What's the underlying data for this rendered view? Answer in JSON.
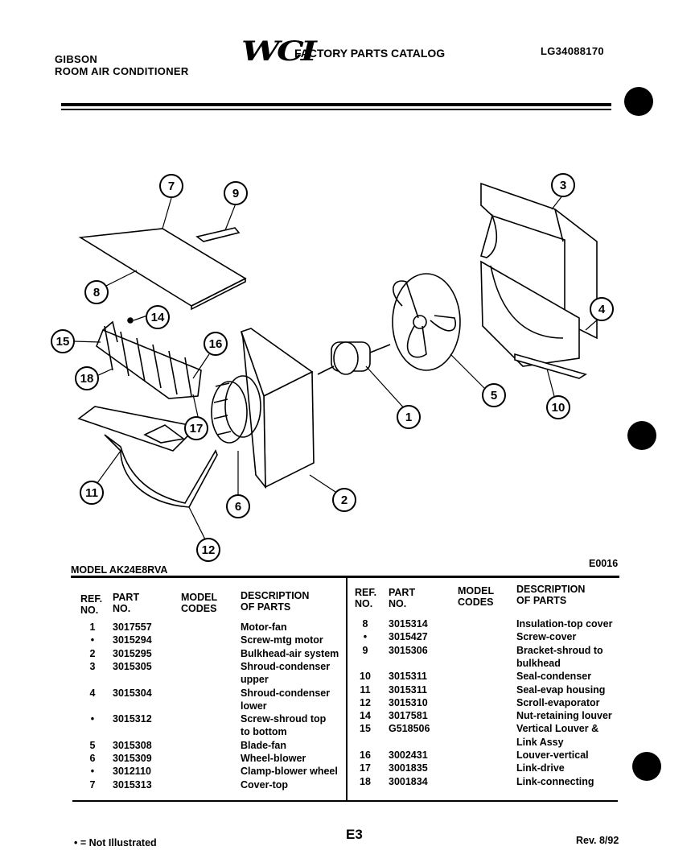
{
  "header": {
    "brand": "GIBSON",
    "product": "ROOM AIR CONDITIONER",
    "logo": "WCI",
    "catalog_title": "FACTORY PARTS CATALOG",
    "catalog_number": "LG34088170"
  },
  "diagram": {
    "callouts": [
      "1",
      "2",
      "3",
      "4",
      "5",
      "6",
      "7",
      "8",
      "9",
      "10",
      "11",
      "12",
      "14",
      "15",
      "16",
      "17",
      "18"
    ]
  },
  "model_line": {
    "model": "MODEL AK24E8RVA",
    "code": "E0016"
  },
  "table": {
    "headers": {
      "ref": [
        "REF.",
        "NO."
      ],
      "part": [
        "PART",
        "NO."
      ],
      "model": [
        "MODEL",
        "CODES"
      ],
      "desc": [
        "DESCRIPTION",
        "OF PARTS"
      ]
    },
    "left_rows": [
      {
        "ref": "1",
        "part": "3017557",
        "desc": "Motor-fan"
      },
      {
        "ref": "•",
        "part": "3015294",
        "desc": "Screw-mtg motor"
      },
      {
        "ref": "2",
        "part": "3015295",
        "desc": "Bulkhead-air system"
      },
      {
        "ref": "3",
        "part": "3015305",
        "desc": "Shroud-condenser"
      },
      {
        "ref": "",
        "part": "",
        "desc": "upper"
      },
      {
        "ref": "4",
        "part": "3015304",
        "desc": "Shroud-condenser"
      },
      {
        "ref": "",
        "part": "",
        "desc": "lower"
      },
      {
        "ref": "•",
        "part": "3015312",
        "desc": "Screw-shroud top"
      },
      {
        "ref": "",
        "part": "",
        "desc": "to bottom"
      },
      {
        "ref": "5",
        "part": "3015308",
        "desc": "Blade-fan"
      },
      {
        "ref": "6",
        "part": "3015309",
        "desc": "Wheel-blower"
      },
      {
        "ref": "•",
        "part": "3012110",
        "desc": "Clamp-blower wheel"
      },
      {
        "ref": "7",
        "part": "3015313",
        "desc": "Cover-top"
      }
    ],
    "right_rows": [
      {
        "ref": "8",
        "part": "3015314",
        "desc": "Insulation-top cover"
      },
      {
        "ref": "•",
        "part": "3015427",
        "desc": "Screw-cover"
      },
      {
        "ref": "9",
        "part": "3015306",
        "desc": "Bracket-shroud to"
      },
      {
        "ref": "",
        "part": "",
        "desc": "bulkhead"
      },
      {
        "ref": "10",
        "part": "3015311",
        "desc": "Seal-condenser"
      },
      {
        "ref": "11",
        "part": "3015311",
        "desc": "Seal-evap housing"
      },
      {
        "ref": "12",
        "part": "3015310",
        "desc": "Scroll-evaporator"
      },
      {
        "ref": "14",
        "part": "3017581",
        "desc": "Nut-retaining louver"
      },
      {
        "ref": "15",
        "part": "G518506",
        "desc": "Vertical Louver &"
      },
      {
        "ref": "",
        "part": "",
        "desc": "Link Assy"
      },
      {
        "ref": "16",
        "part": "3002431",
        "desc": "Louver-vertical"
      },
      {
        "ref": "17",
        "part": "3001835",
        "desc": "Link-drive"
      },
      {
        "ref": "18",
        "part": "3001834",
        "desc": "Link-connecting"
      }
    ]
  },
  "footer": {
    "note": "• = Not Illustrated",
    "page": "E3",
    "revision": "Rev. 8/92"
  }
}
